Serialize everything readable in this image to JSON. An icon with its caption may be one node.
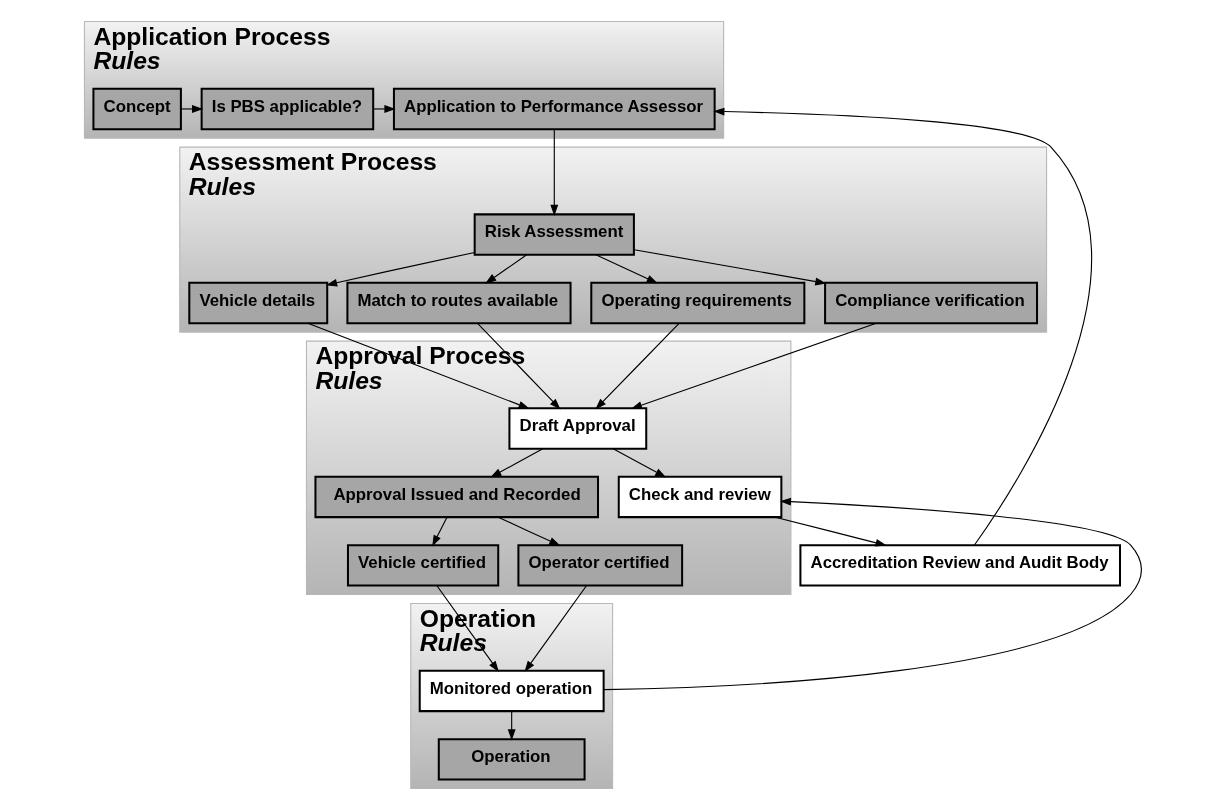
{
  "diagram": {
    "nodes": [
      {
        "text": [
          "Application Process",
          "Rules"
        ]
      },
      {
        "text": [
          "Concept"
        ],
        "in": 0
      },
      {
        "text": [
          "Is PBS applicable?"
        ],
        "in": 0
      },
      {
        "text": [
          "Application to Performance Assessor"
        ],
        "in": 0
      },
      {
        "text": [
          "Accreditation Review and Audit Body"
        ]
      },
      {
        "text": [
          "Assessment Process",
          "Rules"
        ]
      },
      {
        "text": [
          "Risk Assessment"
        ],
        "in": 5
      },
      {
        "text": [
          "Vehicle details"
        ],
        "in": 5
      },
      {
        "text": [
          "Match to routes available"
        ],
        "in": 5
      },
      {
        "text": [
          "Operating requirements"
        ],
        "in": 5
      },
      {
        "text": [
          "Compliance verification"
        ],
        "in": 5
      },
      {
        "text": [
          "Approval Process",
          "Rules"
        ]
      },
      {
        "text": [
          "Draft Approval"
        ],
        "in": 11
      },
      {
        "text": [
          "Check and review"
        ],
        "in": 11
      },
      {
        "text": [
          "Approval Issued and Recorded"
        ],
        "in": 11
      },
      {
        "text": [
          "Vehicle certified"
        ],
        "in": 11
      },
      {
        "text": [
          "Operator certified"
        ],
        "in": 11
      },
      {
        "text": [
          "Operation",
          "Rules"
        ]
      },
      {
        "text": [
          "Monitored operation"
        ],
        "in": 17
      },
      {
        "text": [
          "Operation"
        ],
        "in": 17
      }
    ],
    "edges": [
      {
        "from": 1,
        "to": 2,
        "arrow": "to"
      },
      {
        "from": 2,
        "to": 3,
        "arrow": "to"
      },
      {
        "from": 3,
        "to": 6,
        "arrow": "to"
      },
      {
        "from": 6,
        "to": 7,
        "arrow": "to"
      },
      {
        "from": 6,
        "to": 8,
        "arrow": "to"
      },
      {
        "from": 6,
        "to": 9,
        "arrow": "to"
      },
      {
        "from": 6,
        "to": 10,
        "arrow": "to"
      },
      {
        "from": 7,
        "to": 12,
        "arrow": "to"
      },
      {
        "from": 8,
        "to": 12,
        "arrow": "to"
      },
      {
        "from": 9,
        "to": 12,
        "arrow": "to"
      },
      {
        "from": 10,
        "to": 12,
        "arrow": "to"
      },
      {
        "from": 12,
        "to": 13,
        "arrow": "to"
      },
      {
        "from": 12,
        "to": 14,
        "arrow": "to"
      },
      {
        "from": 14,
        "to": 15,
        "arrow": "to"
      },
      {
        "from": 14,
        "to": 16,
        "arrow": "to"
      },
      {
        "from": 15,
        "to": 18,
        "arrow": "to"
      },
      {
        "from": 16,
        "to": 18,
        "arrow": "to"
      },
      {
        "from": 18,
        "to": 19,
        "arrow": "to"
      },
      {
        "from": 18,
        "to": 13,
        "arrow": "to"
      },
      {
        "from": 13,
        "to": 4,
        "arrow": "to"
      },
      {
        "from": 4,
        "to": 3,
        "arrow": "to"
      }
    ]
  }
}
